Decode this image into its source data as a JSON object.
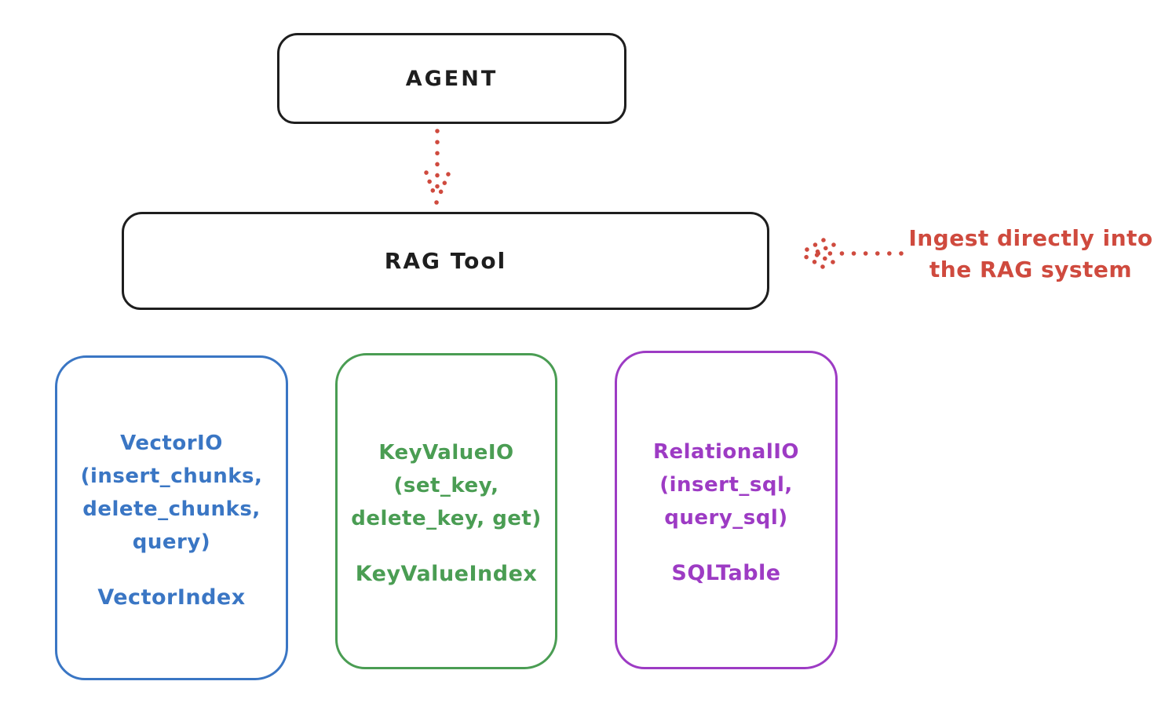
{
  "canvas": {
    "background": "#ffffff"
  },
  "colors": {
    "ink": "#1e1e1e",
    "red": "#cf4a3e",
    "blue": "#3a76c4",
    "green": "#4a9d53",
    "purple": "#9d3bc4"
  },
  "agent": {
    "label": "AGENT"
  },
  "rag_tool": {
    "label": "RAG Tool"
  },
  "annotation": {
    "line1": "Ingest directly into",
    "line2": "the RAG system",
    "color": "#cf4a3e"
  },
  "arrows": {
    "agent_to_rag": {
      "style": "dotted",
      "color": "#cf4a3e",
      "direction": "down"
    },
    "ingest_to_rag": {
      "style": "dotted",
      "color": "#cf4a3e",
      "direction": "left"
    }
  },
  "boxes": [
    {
      "id": "vector-io",
      "color": "#3a76c4",
      "lines": [
        "VectorIO",
        "(insert_chunks,",
        "delete_chunks,",
        "query)"
      ],
      "index_label": "VectorIndex"
    },
    {
      "id": "keyvalue-io",
      "color": "#4a9d53",
      "lines": [
        "KeyValueIO",
        "(set_key,",
        "delete_key, get)"
      ],
      "index_label": "KeyValueIndex"
    },
    {
      "id": "relational-io",
      "color": "#9d3bc4",
      "lines": [
        "RelationalIO",
        "(insert_sql,",
        "query_sql)"
      ],
      "index_label": "SQLTable"
    }
  ]
}
